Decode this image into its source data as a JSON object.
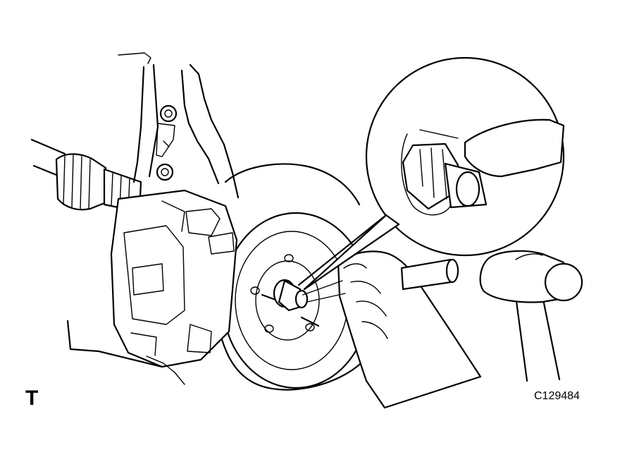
{
  "figure": {
    "view_mark": "T",
    "figure_id": "C129484"
  },
  "illustration": {
    "parts": [
      "drive-shaft",
      "steering-knuckle",
      "brake-caliper",
      "brake-disc",
      "hub-nut",
      "punch-tool",
      "hammer",
      "hand",
      "detail-magnifier"
    ]
  }
}
